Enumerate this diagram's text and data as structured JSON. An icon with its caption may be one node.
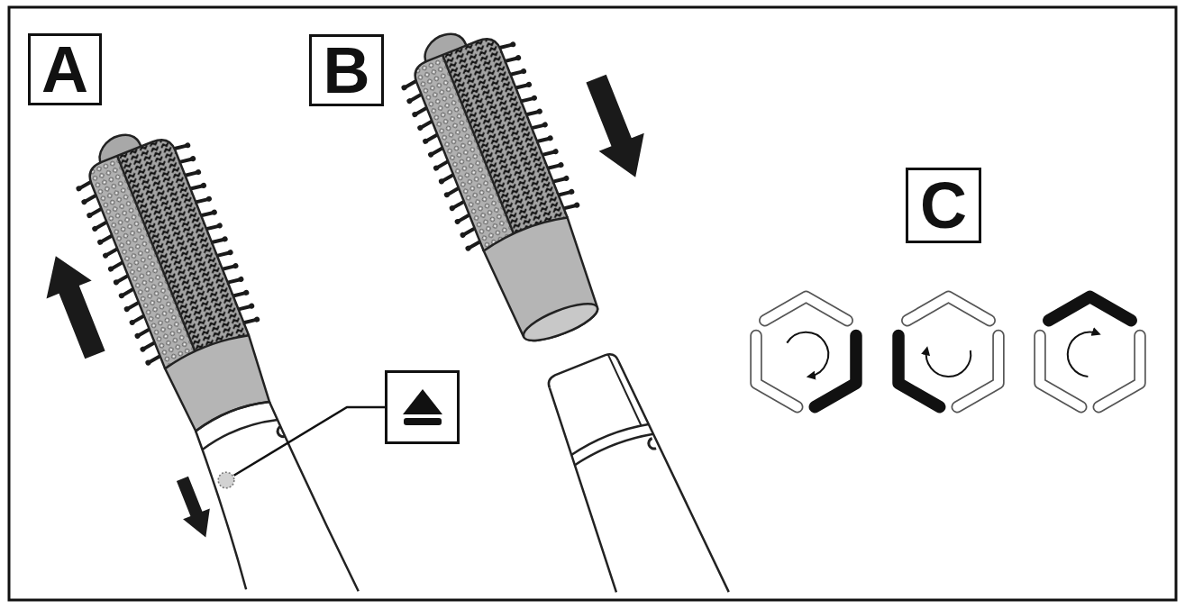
{
  "diagram": {
    "nodes": [
      {
        "text": [
          "A"
        ]
      },
      {
        "text": [
          "B"
        ]
      },
      {
        "text": [
          "C"
        ]
      },
      {
        "text": [],
        "shape": "box"
      },
      {
        "text": [],
        "shape": "circle"
      }
    ],
    "edges": [
      {
        "from": 3,
        "to": 4,
        "arrow": "none"
      }
    ]
  }
}
